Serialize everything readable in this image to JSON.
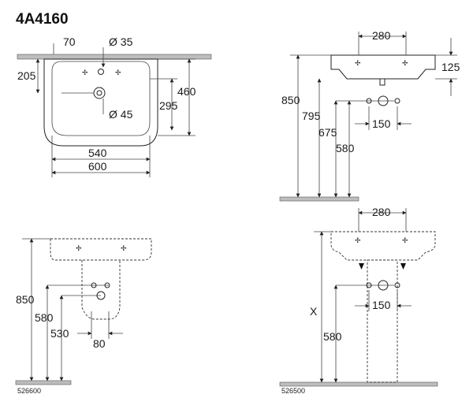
{
  "title": "4A4160",
  "top_left_view": {
    "dims": {
      "d70": "70",
      "d35": "Ø 35",
      "d205": "205",
      "d460": "460",
      "d295": "295",
      "d45": "Ø 45",
      "d540": "540",
      "d600": "600"
    }
  },
  "top_right_view": {
    "dims": {
      "d280": "280",
      "d125": "125",
      "d850": "850",
      "d795": "795",
      "d675": "675",
      "d580": "580",
      "d150": "150"
    }
  },
  "bottom_left_view": {
    "dims": {
      "d850": "850",
      "d580": "580",
      "d530": "530",
      "d80": "80"
    },
    "code": "526600"
  },
  "bottom_right_view": {
    "dims": {
      "d280": "280",
      "dx": "X",
      "d150": "150",
      "d580": "580"
    },
    "code": "526500"
  }
}
